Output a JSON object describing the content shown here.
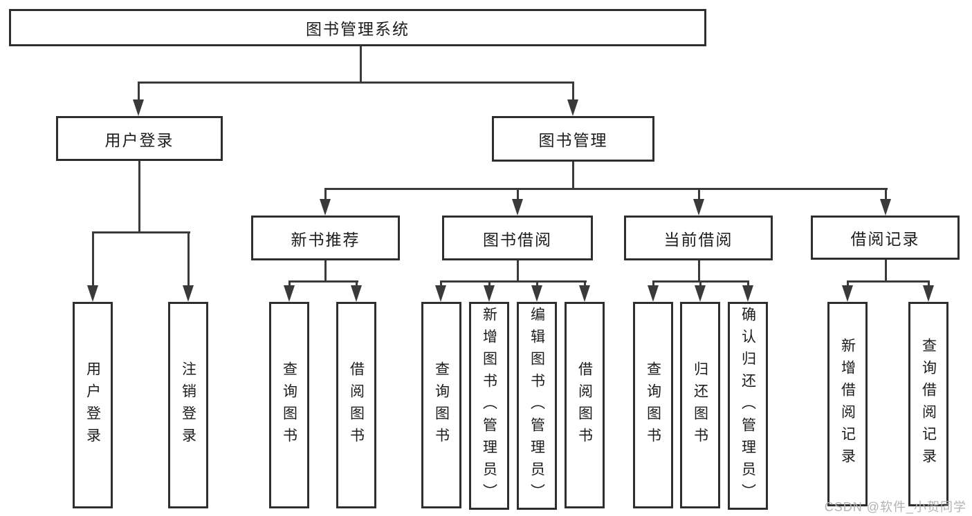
{
  "diagram": {
    "root": "图书管理系统",
    "level2": [
      "用户登录",
      "图书管理"
    ],
    "level3": [
      "新书推荐",
      "图书借阅",
      "当前借阅",
      "借阅记录"
    ],
    "leaves": [
      "用户登录",
      "注销登录",
      "查询图书",
      "借阅图书",
      "查询图书",
      "新增图书（管理员）",
      "编辑图书（管理员）",
      "借阅图书",
      "查询图书",
      "归还图书",
      "确认归还（管理员）",
      "新增借阅记录",
      "查询借阅记录"
    ],
    "watermark": "CSDN @软件_小贺同学",
    "colors": {
      "line": "#3a3a3a",
      "border": "#2e2e2e",
      "text": "#1c1c1c",
      "watermark": "#b2b2b2",
      "background": "#ffffff"
    }
  }
}
